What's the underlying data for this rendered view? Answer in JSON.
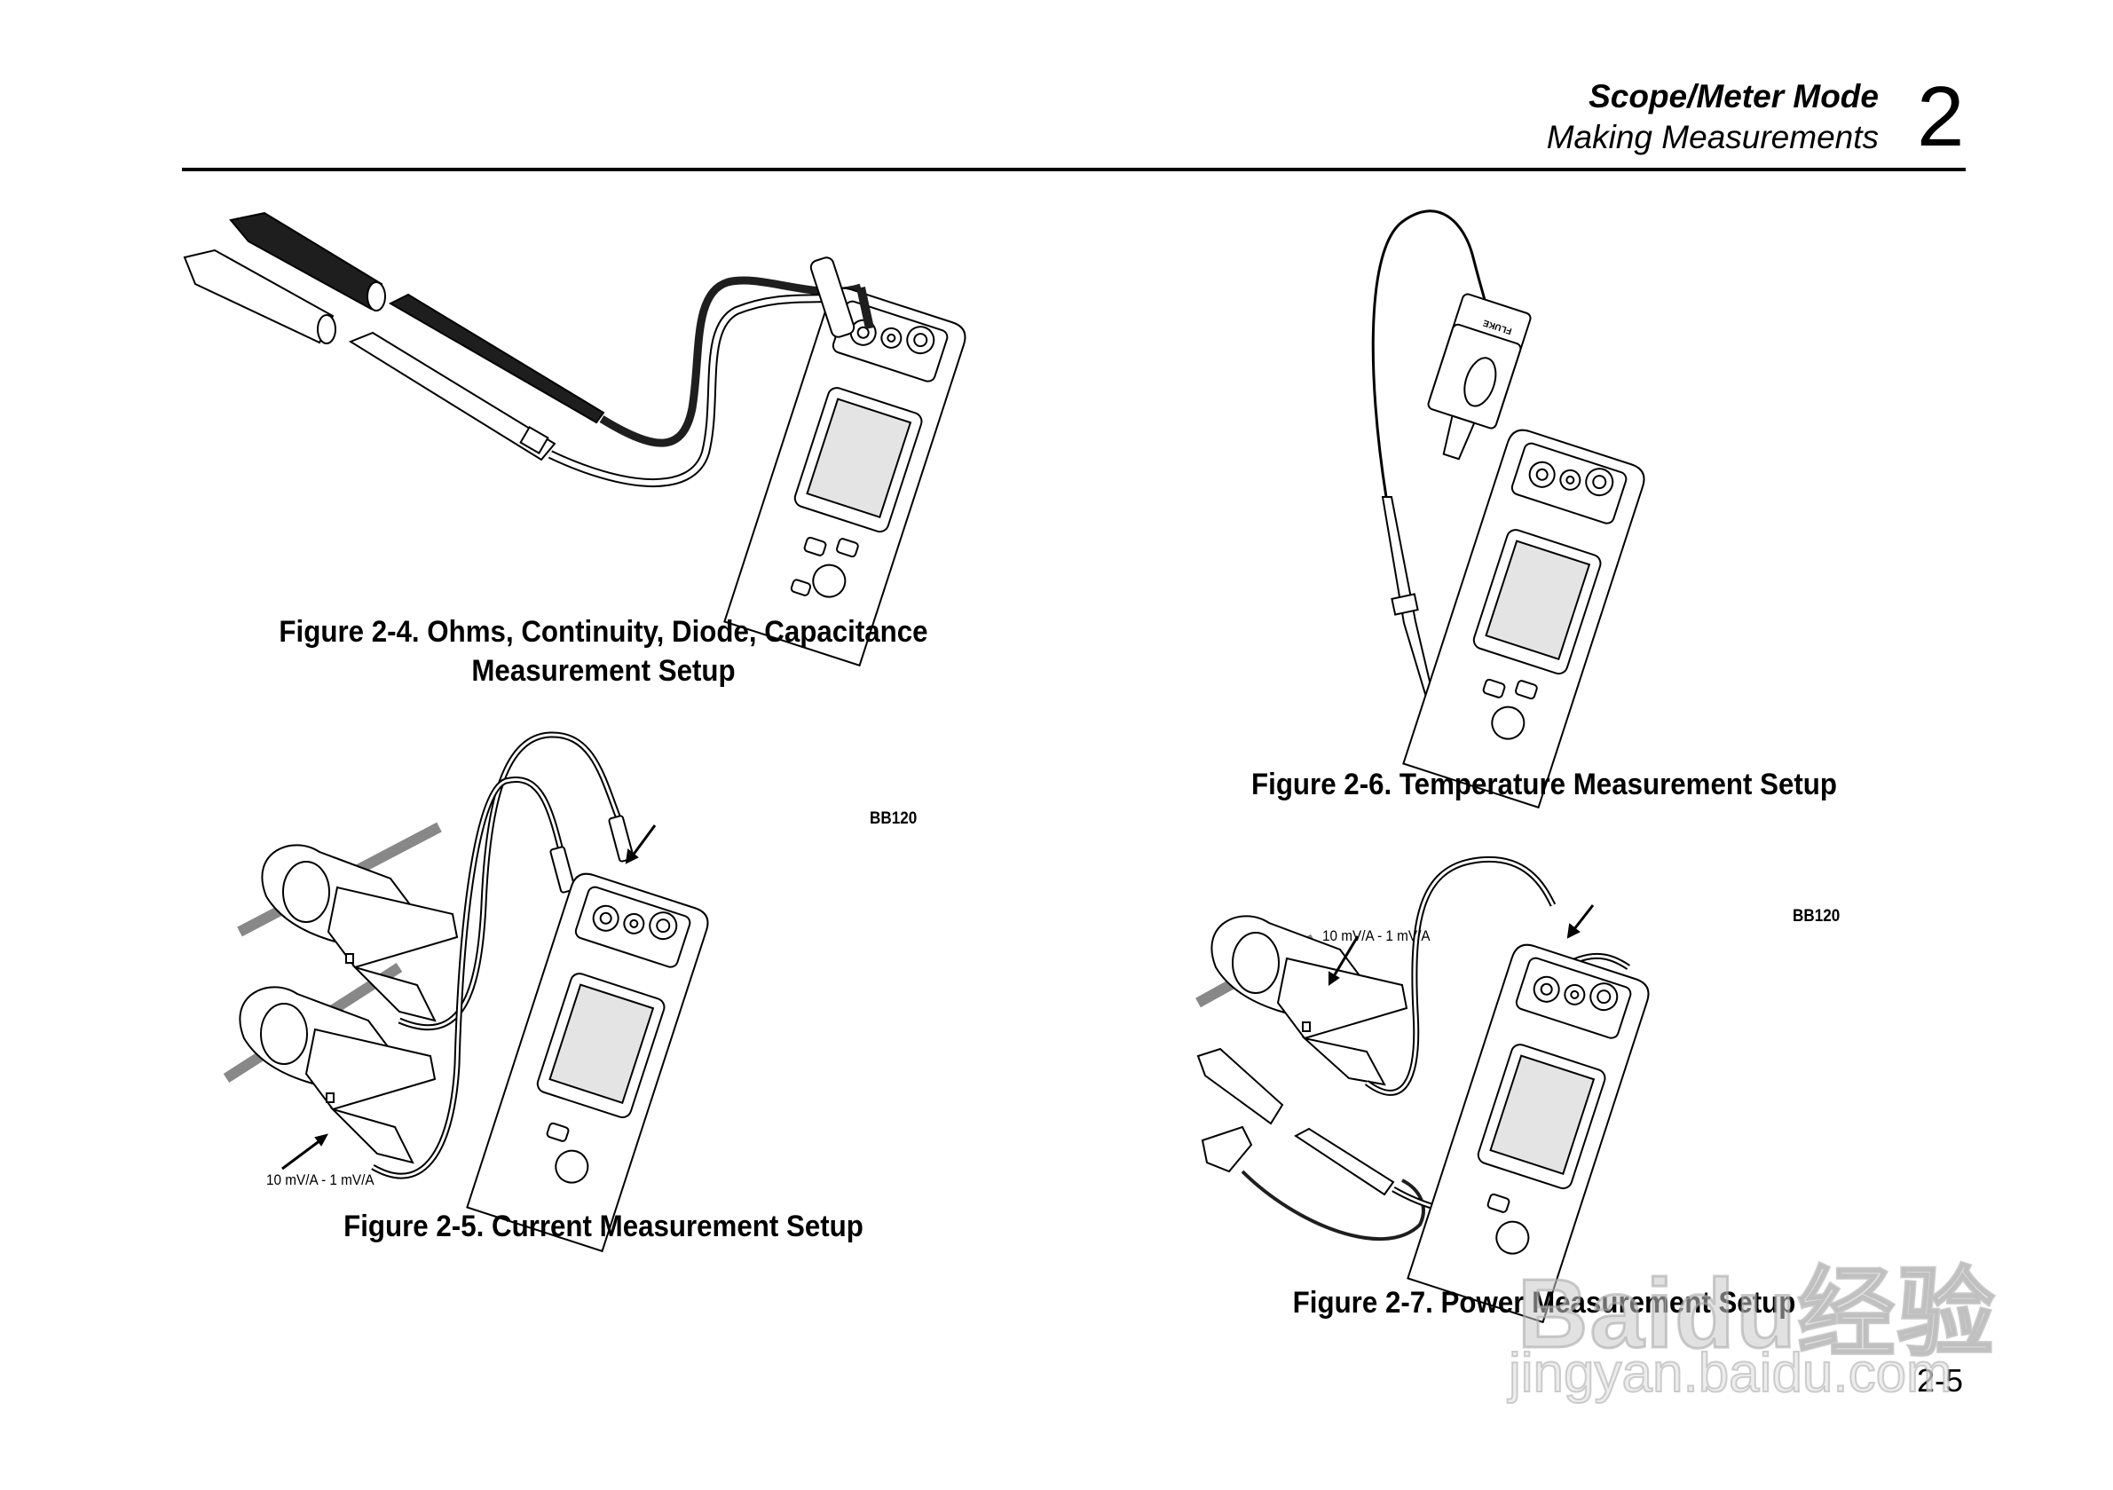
{
  "header": {
    "section_title": "Scope/Meter Mode",
    "subsection_title": "Making Measurements",
    "chapter_number": "2"
  },
  "figures": [
    {
      "id": "figure-2-4",
      "caption_line1": "Figure 2-4. Ohms, Continuity, Diode, Capacitance",
      "caption_line2": "Measurement Setup",
      "illustration": "test-leads-into-meter"
    },
    {
      "id": "figure-2-5",
      "caption": "Figure 2-5. Current Measurement Setup",
      "callouts": {
        "adapter": "BB120",
        "clamp_range": "10 mV/A - 1 mV/A"
      },
      "illustration": "two-current-clamps-into-meter"
    },
    {
      "id": "figure-2-6",
      "caption": "Figure 2-6. Temperature Measurement Setup",
      "callouts": {
        "adapter_brand": "FLUKE"
      },
      "illustration": "temperature-probe-into-meter"
    },
    {
      "id": "figure-2-7",
      "caption": "Figure 2-7. Power Measurement Setup",
      "callouts": {
        "adapter": "BB120",
        "clamp_range": "10 mV/A -  1 mV/A"
      },
      "illustration": "clamp-and-probe-into-meter"
    }
  ],
  "footer": {
    "page_number": "2-5"
  },
  "watermark": {
    "brand": "Baidu经验",
    "url": "jingyan.baidu.com"
  },
  "colors": {
    "ink": "#000000",
    "screen_gray": "#e4e4e4",
    "cable_dark": "#1e1e1e",
    "wire_gray": "#8a8a8a"
  }
}
